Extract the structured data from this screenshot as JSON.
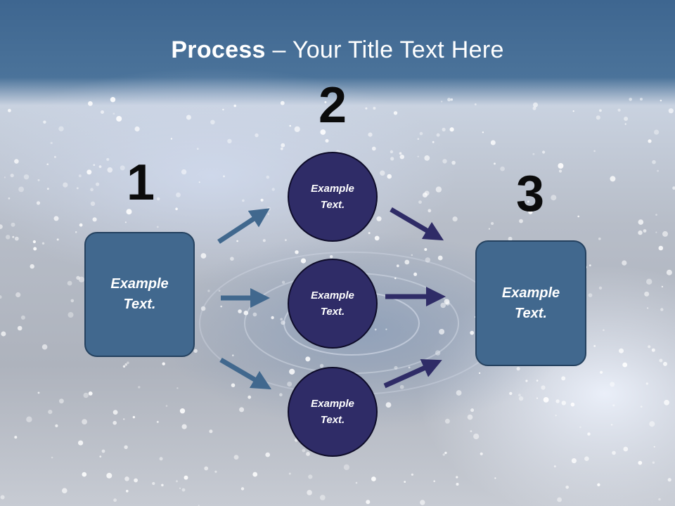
{
  "title": {
    "bold": "Process",
    "rest": " – Your Title Text Here"
  },
  "steps": {
    "one": "1",
    "two": "2",
    "three": "3"
  },
  "left_box": {
    "text": "Example\nText."
  },
  "circles": [
    {
      "text": "Example\nText."
    },
    {
      "text": "Example\nText."
    },
    {
      "text": "Example\nText."
    }
  ],
  "right_box": {
    "text": "Example\nText."
  },
  "colors": {
    "box_fill": "#41688e",
    "circle_fill": "#2f2c67",
    "arrow_left": "#41688e",
    "arrow_right": "#2f2c67"
  }
}
